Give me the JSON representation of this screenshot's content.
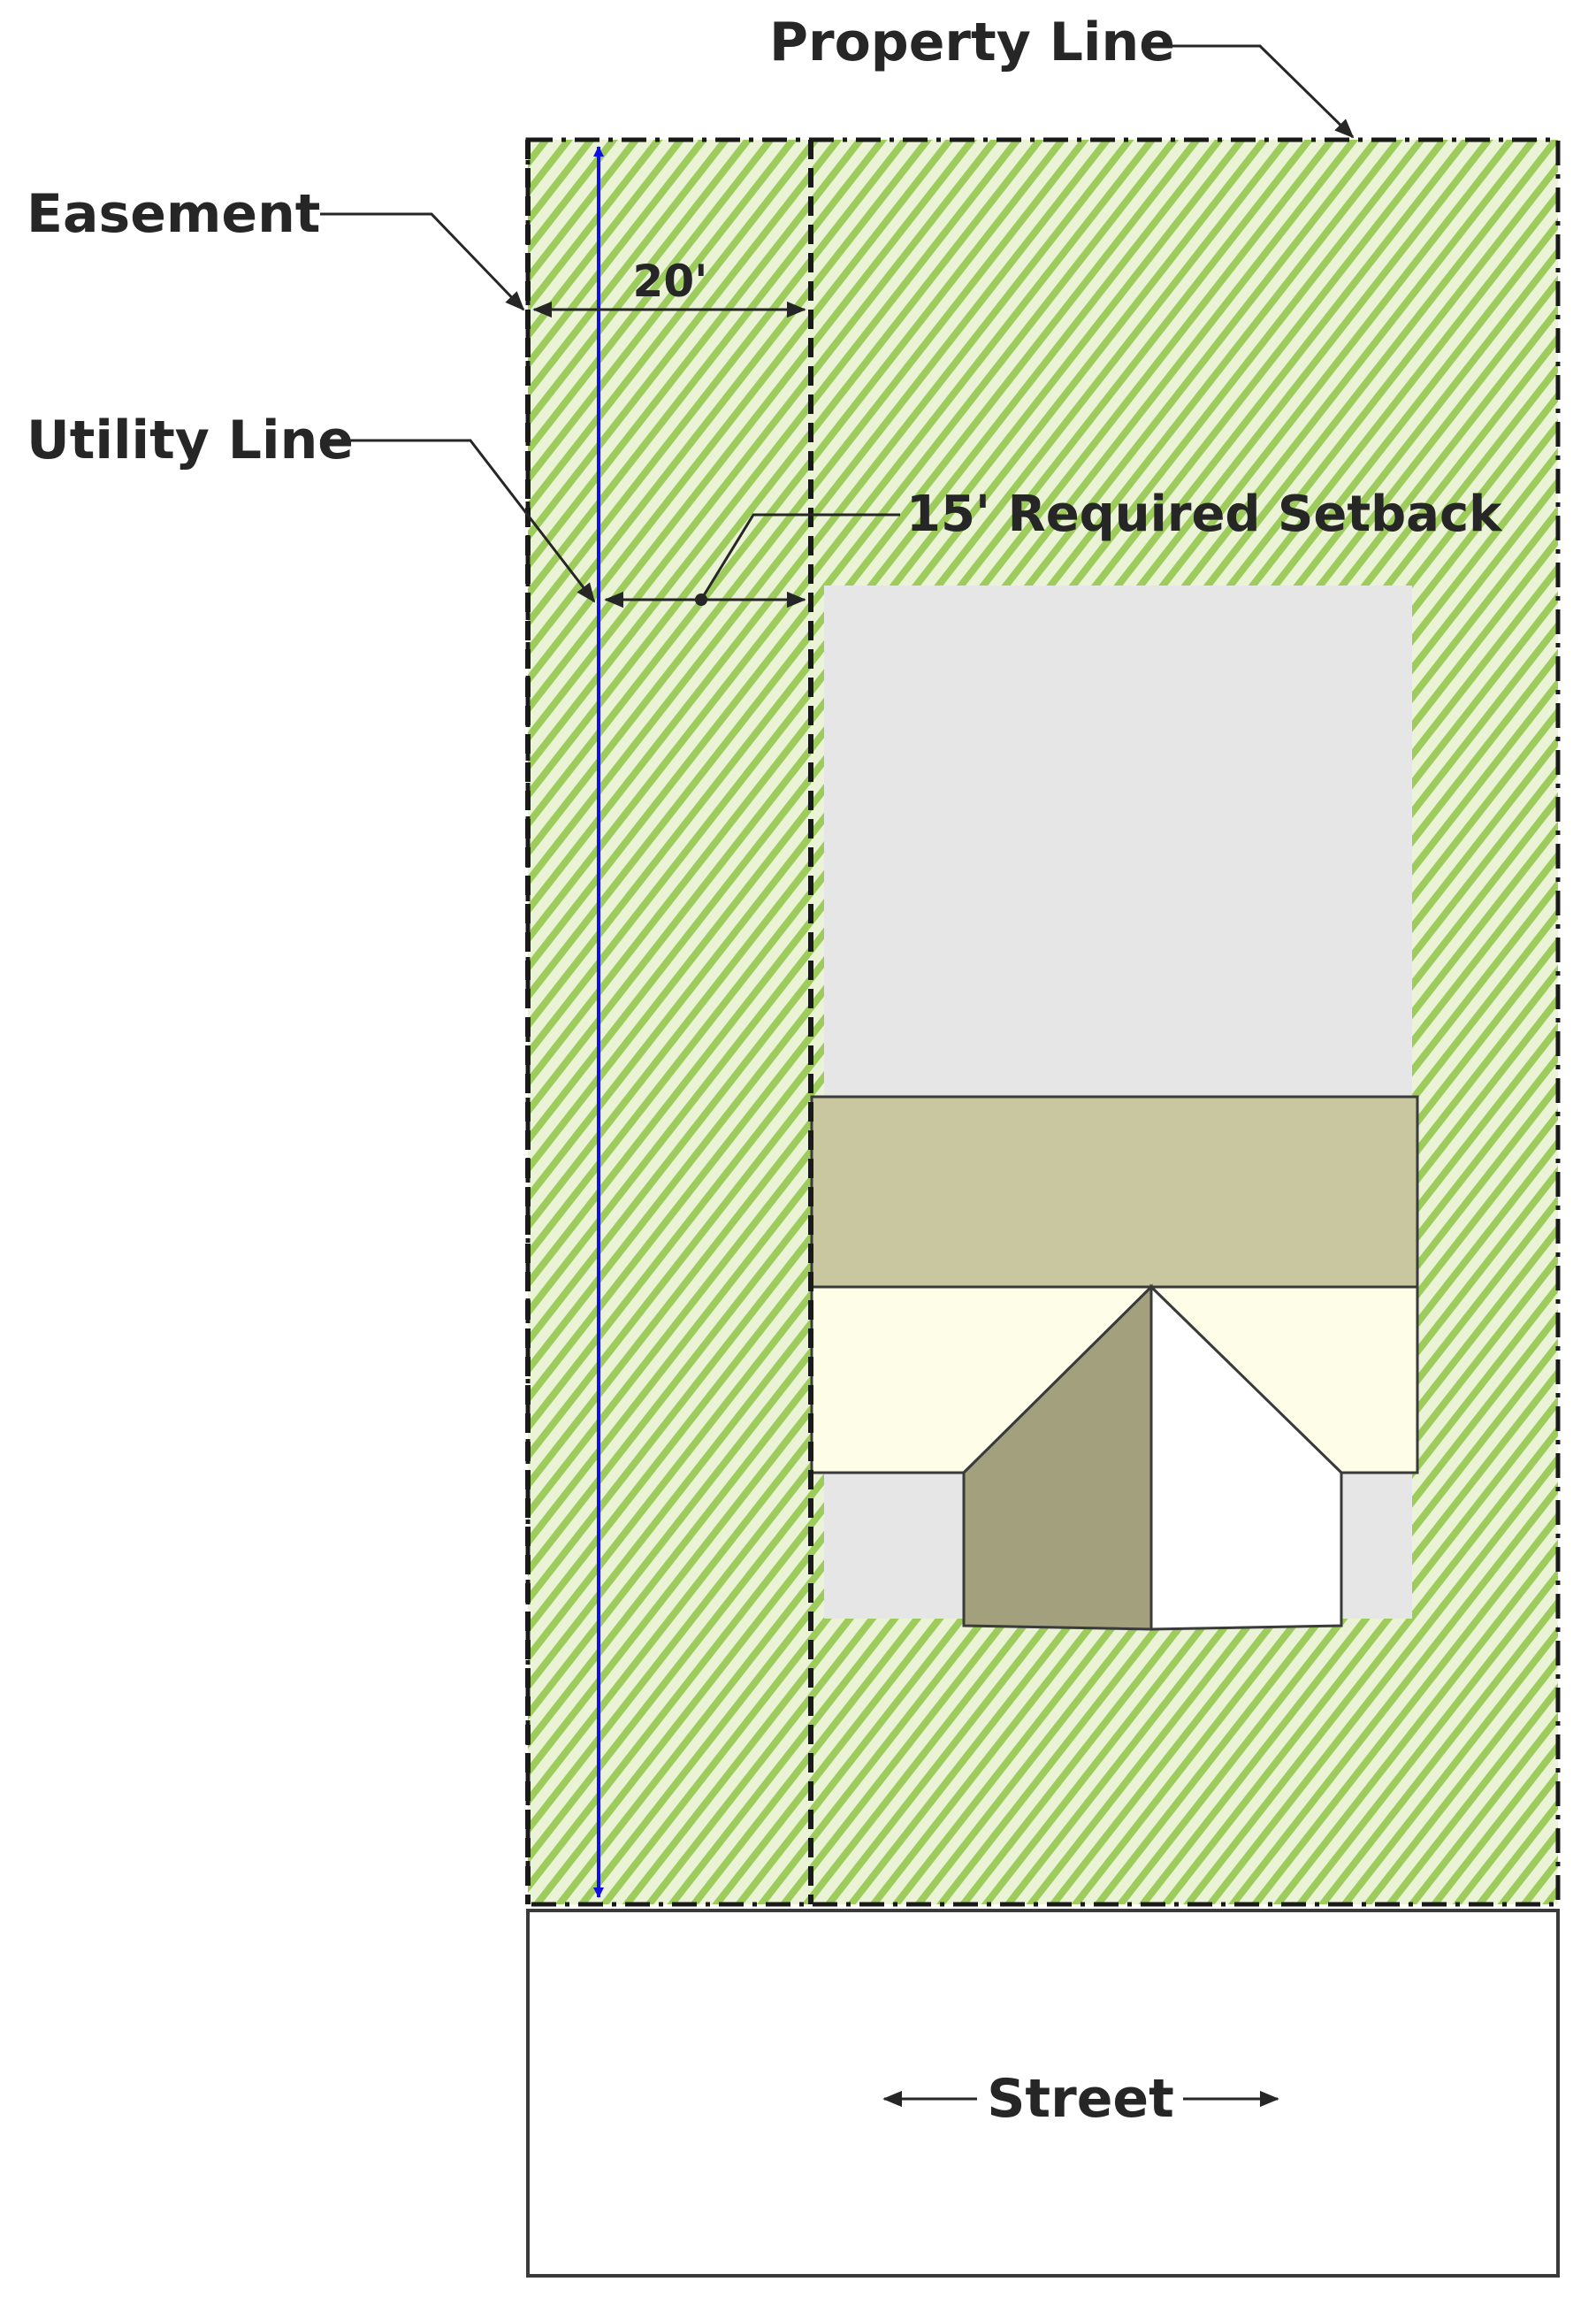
{
  "labels": {
    "property_line": "Property Line",
    "easement": "Easement",
    "easement_width": "20'",
    "utility_line": "Utility Line",
    "setback": "15' Required Setback",
    "street": "Street"
  },
  "colors": {
    "hatch_background": "#eaf3d6",
    "hatch_stripe": "#9dcc5c",
    "lot_outline": "#1a1a1a",
    "utility_line": "#1010e6",
    "pavement": "#e6e6e6",
    "roof_back": "#c9c7a0",
    "house_wall": "#fdfde8",
    "gable_shade": "#a3a07e",
    "gable_light": "#ffffff",
    "street_fill": "#ffffff",
    "text": "#262626"
  }
}
